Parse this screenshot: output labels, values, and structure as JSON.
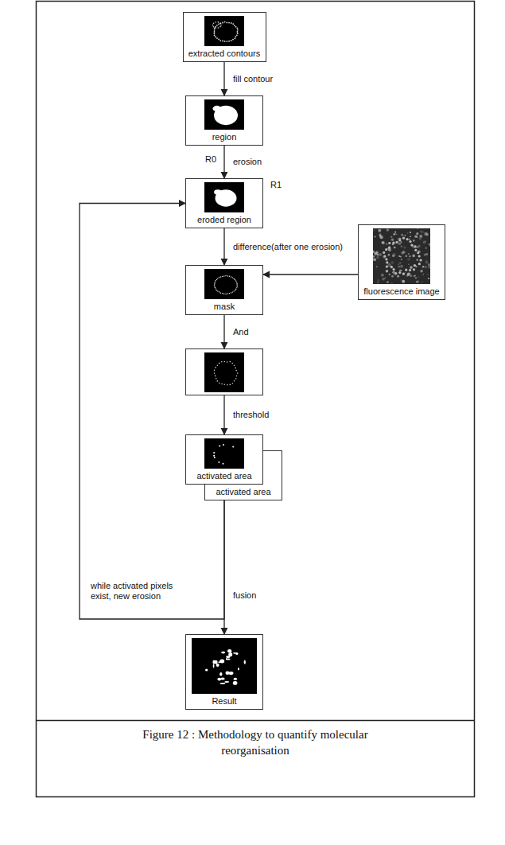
{
  "diagram": {
    "caption": "Figure 12 : Methodology to quantify molecular reorganisation",
    "nodes": [
      {
        "text": [
          "extracted contours"
        ]
      },
      {
        "text": [
          "region"
        ]
      },
      {
        "text": [
          "eroded region"
        ]
      },
      {
        "text": [
          "mask"
        ]
      },
      {
        "text": [
          "fluorescence image"
        ]
      },
      {
        "text": []
      },
      {
        "text": [
          "activated area"
        ]
      },
      {
        "text": [
          "activated area"
        ]
      },
      {
        "text": [
          "Result"
        ]
      }
    ],
    "edges": [
      {
        "from": 0,
        "to": 1,
        "label": "fill contour",
        "arrow": "to"
      },
      {
        "from": 1,
        "to": 2,
        "label": "erosion",
        "arrow": "to"
      },
      {
        "from": 2,
        "to": 3,
        "label": "difference(after one erosion)",
        "arrow": "to"
      },
      {
        "from": 4,
        "to": 3,
        "arrow": "to"
      },
      {
        "from": 3,
        "to": 5,
        "label": "And",
        "arrow": "to"
      },
      {
        "from": 5,
        "to": 6,
        "label": "threshold",
        "arrow": "to"
      },
      {
        "from": 7,
        "to": 8,
        "label": "fusion",
        "arrow": "to"
      },
      {
        "from": 7,
        "to": 2,
        "label": "while activated pixels exist, new erosion",
        "arrow": "to"
      }
    ],
    "labels": [
      "R0",
      "R1"
    ]
  }
}
